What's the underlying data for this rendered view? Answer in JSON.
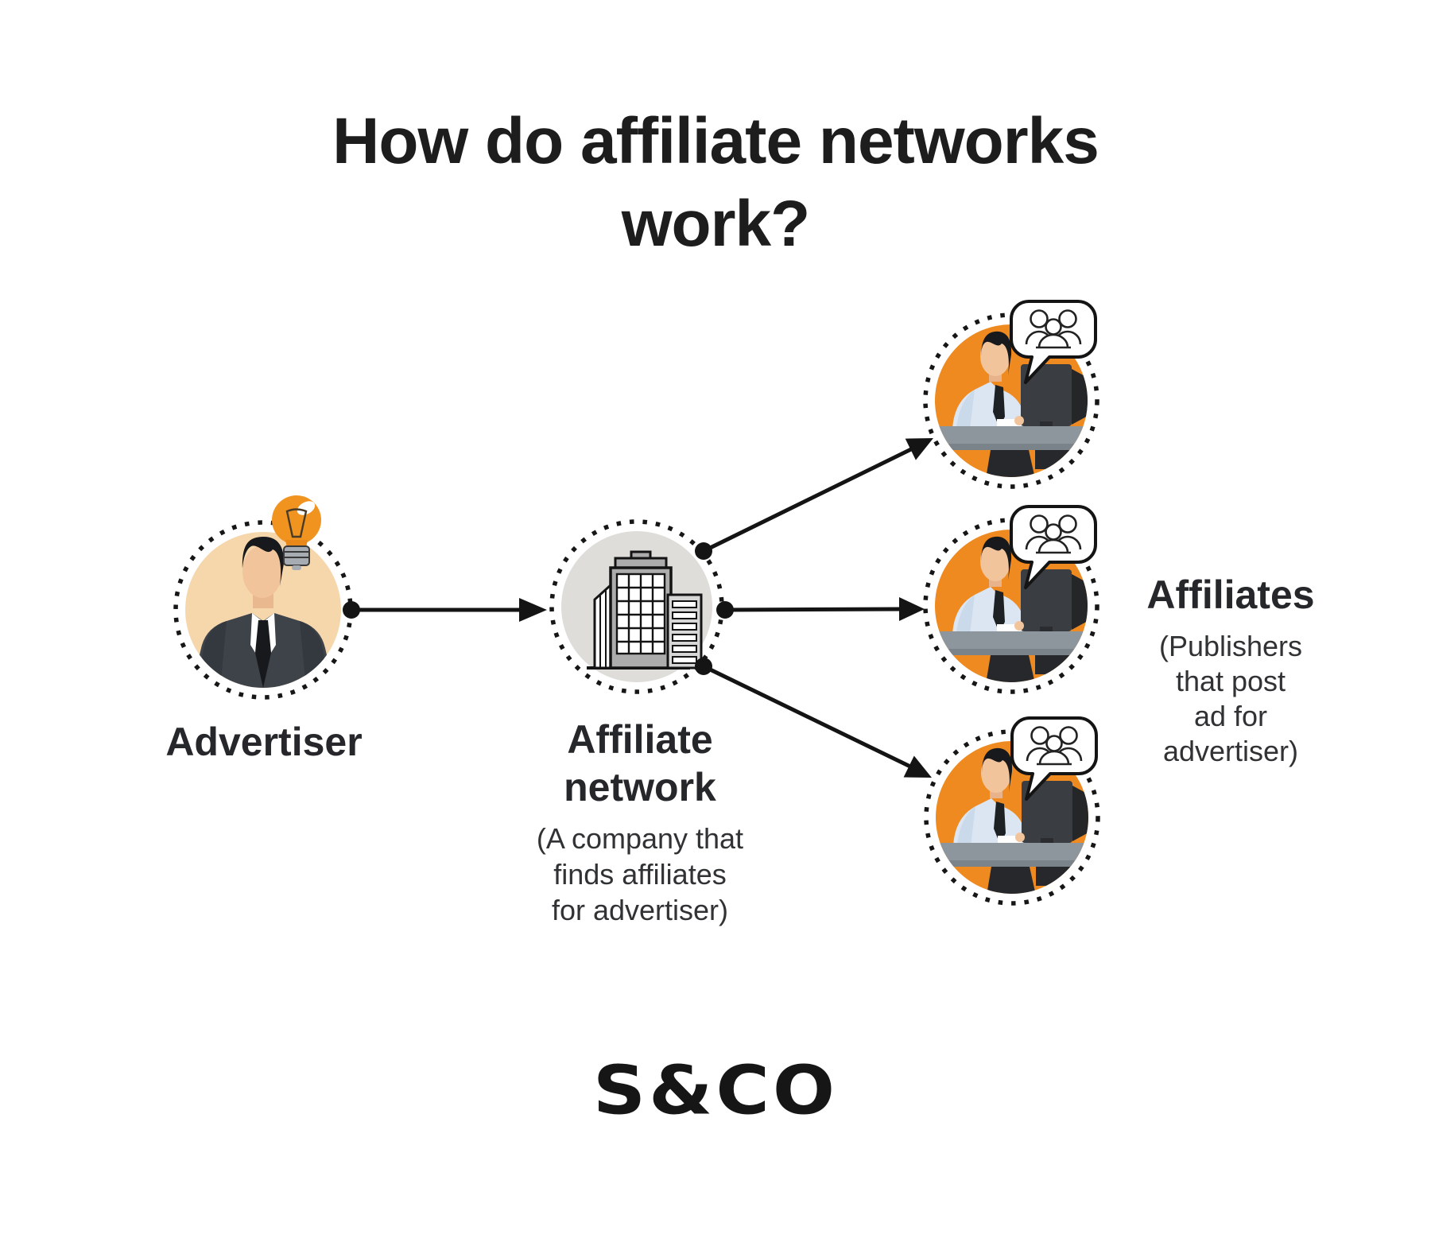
{
  "title": {
    "line1": "How do affiliate networks",
    "line2": "work?"
  },
  "advertiser": {
    "label": "Advertiser"
  },
  "network": {
    "label_line1": "Affiliate",
    "label_line2": "network",
    "note_lines": [
      "(A company that",
      "finds affiliates",
      "for advertiser)"
    ]
  },
  "affiliates": {
    "label": "Affiliates",
    "note_lines": [
      "(Publishers",
      "that post",
      "ad for",
      "advertiser)"
    ]
  },
  "logo": {
    "text": "S&CO"
  },
  "icons": {
    "advertiser": "businessman-icon",
    "advertiser_idea": "lightbulb-icon",
    "network": "office-building-icon",
    "affiliate": "worker-at-desk-icon",
    "affiliate_bubble": "people-group-speech-bubble-icon",
    "connectors": "arrow-icon"
  },
  "colors": {
    "orange": "#EE8A1F",
    "peach": "#F6D7AC",
    "network_gray": "#DEDDDA",
    "ink": "#1A1A1A",
    "shirt_blue": "#DCE6F2",
    "desk_gray": "#8E969D"
  }
}
